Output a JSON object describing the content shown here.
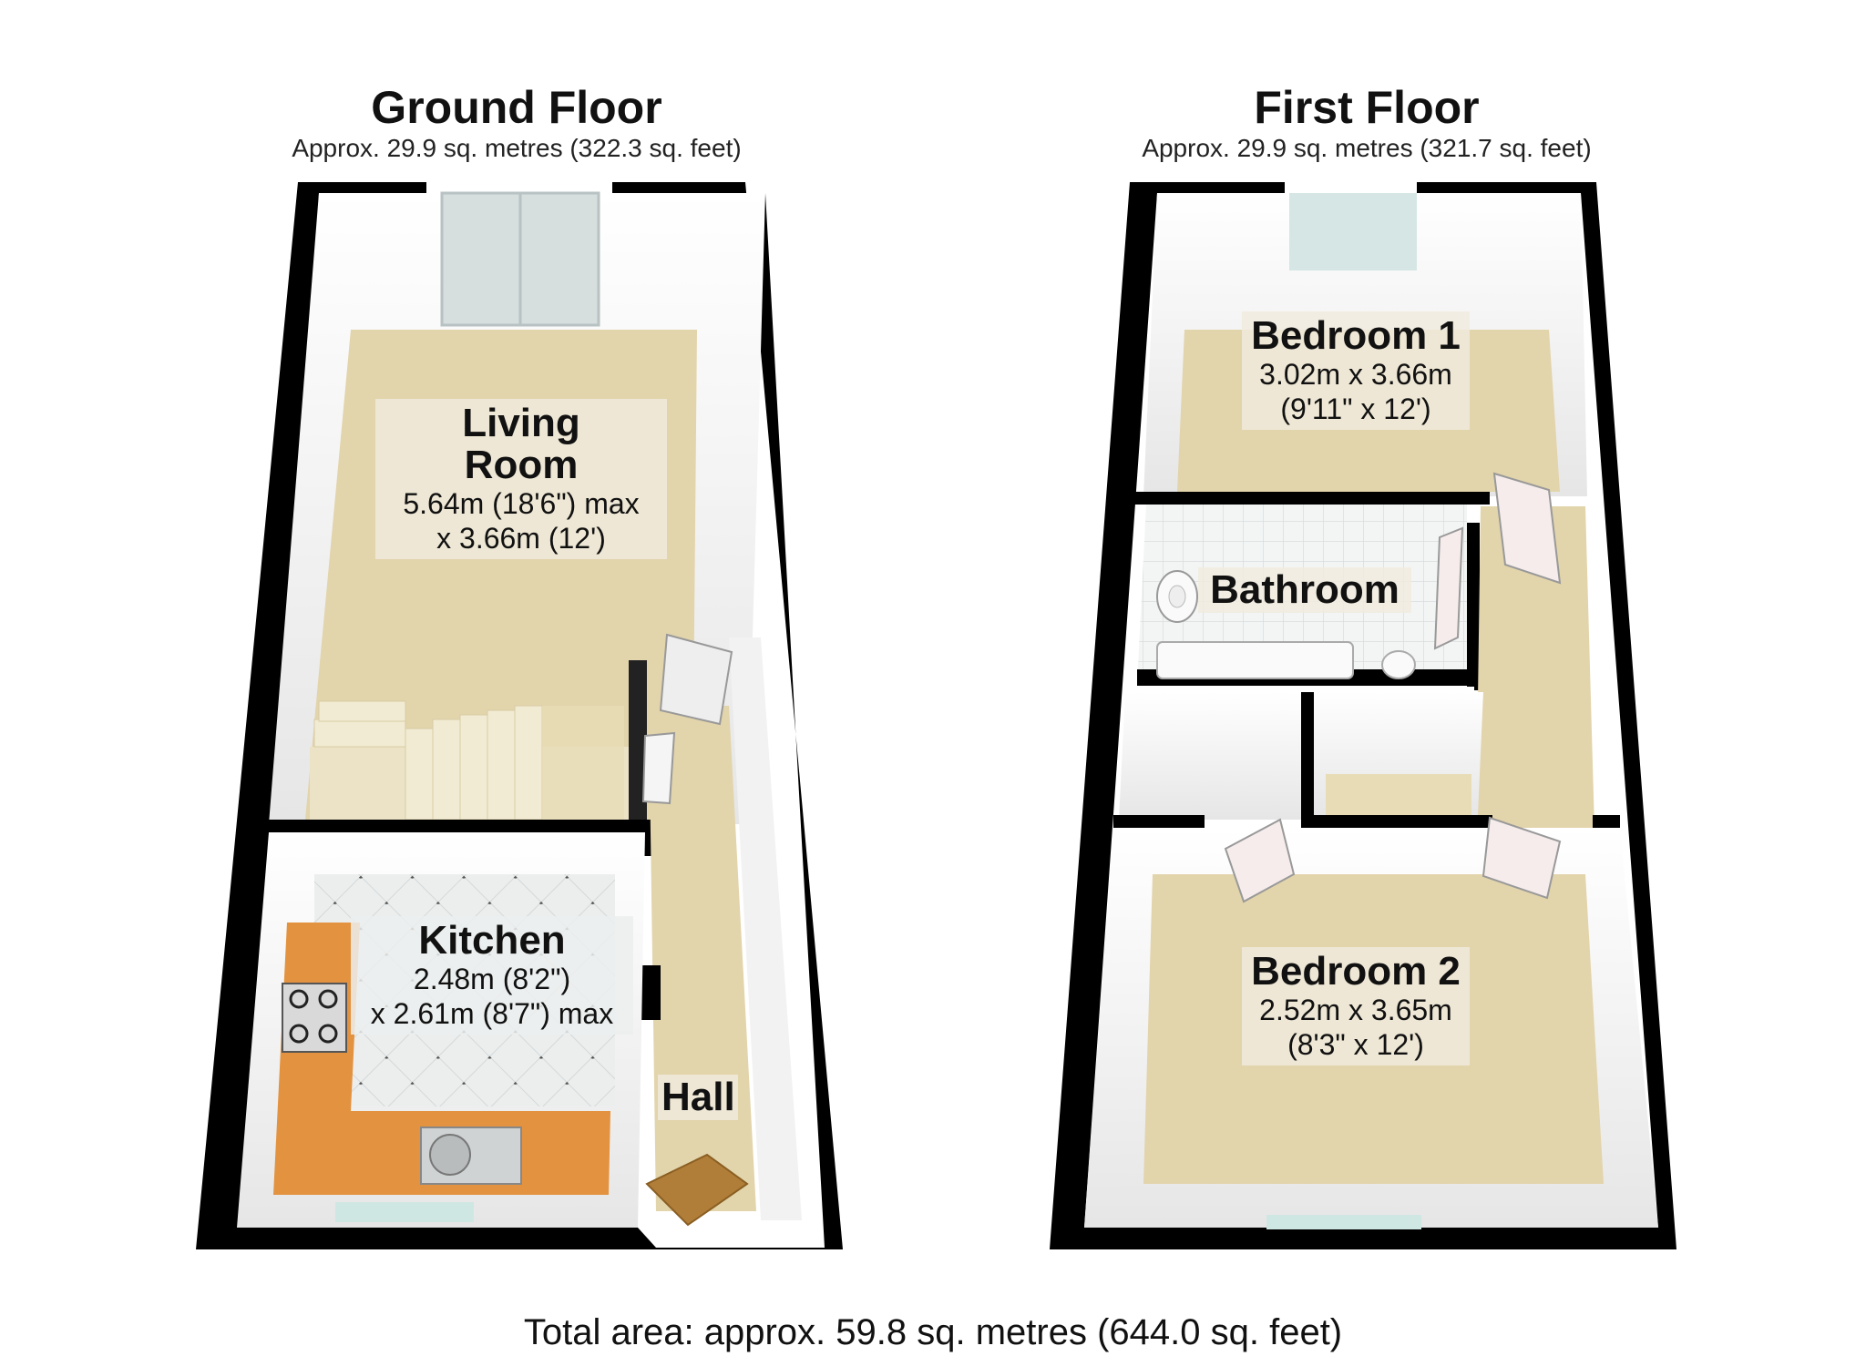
{
  "ground_floor": {
    "title": "Ground Floor",
    "area": "Approx. 29.9 sq. metres (322.3 sq. feet)",
    "rooms": {
      "living": {
        "name_line1": "Living",
        "name_line2": "Room",
        "dim_line1": "5.64m (18'6\") max",
        "dim_line2": "x 3.66m (12')"
      },
      "kitchen": {
        "name": "Kitchen",
        "dim_line1": "2.48m (8'2\")",
        "dim_line2": "x 2.61m (8'7\") max"
      },
      "hall": {
        "name": "Hall"
      }
    }
  },
  "first_floor": {
    "title": "First Floor",
    "area": "Approx. 29.9 sq. metres (321.7 sq. feet)",
    "rooms": {
      "bedroom1": {
        "name": "Bedroom 1",
        "dim_line1": "3.02m x 3.66m",
        "dim_line2": "(9'11\" x 12')"
      },
      "bathroom": {
        "name": "Bathroom"
      },
      "bedroom2": {
        "name": "Bedroom 2",
        "dim_line1": "2.52m x 3.65m",
        "dim_line2": "(8'3\" x 12')"
      }
    }
  },
  "total_area": "Total area: approx. 59.8 sq. metres (644.0 sq. feet)",
  "colors": {
    "wall": "#000000",
    "carpet": "#e2d4ab",
    "wall_face": "#f4f4f4",
    "worktop": "#e3923f",
    "window": "#cfe7e2"
  }
}
